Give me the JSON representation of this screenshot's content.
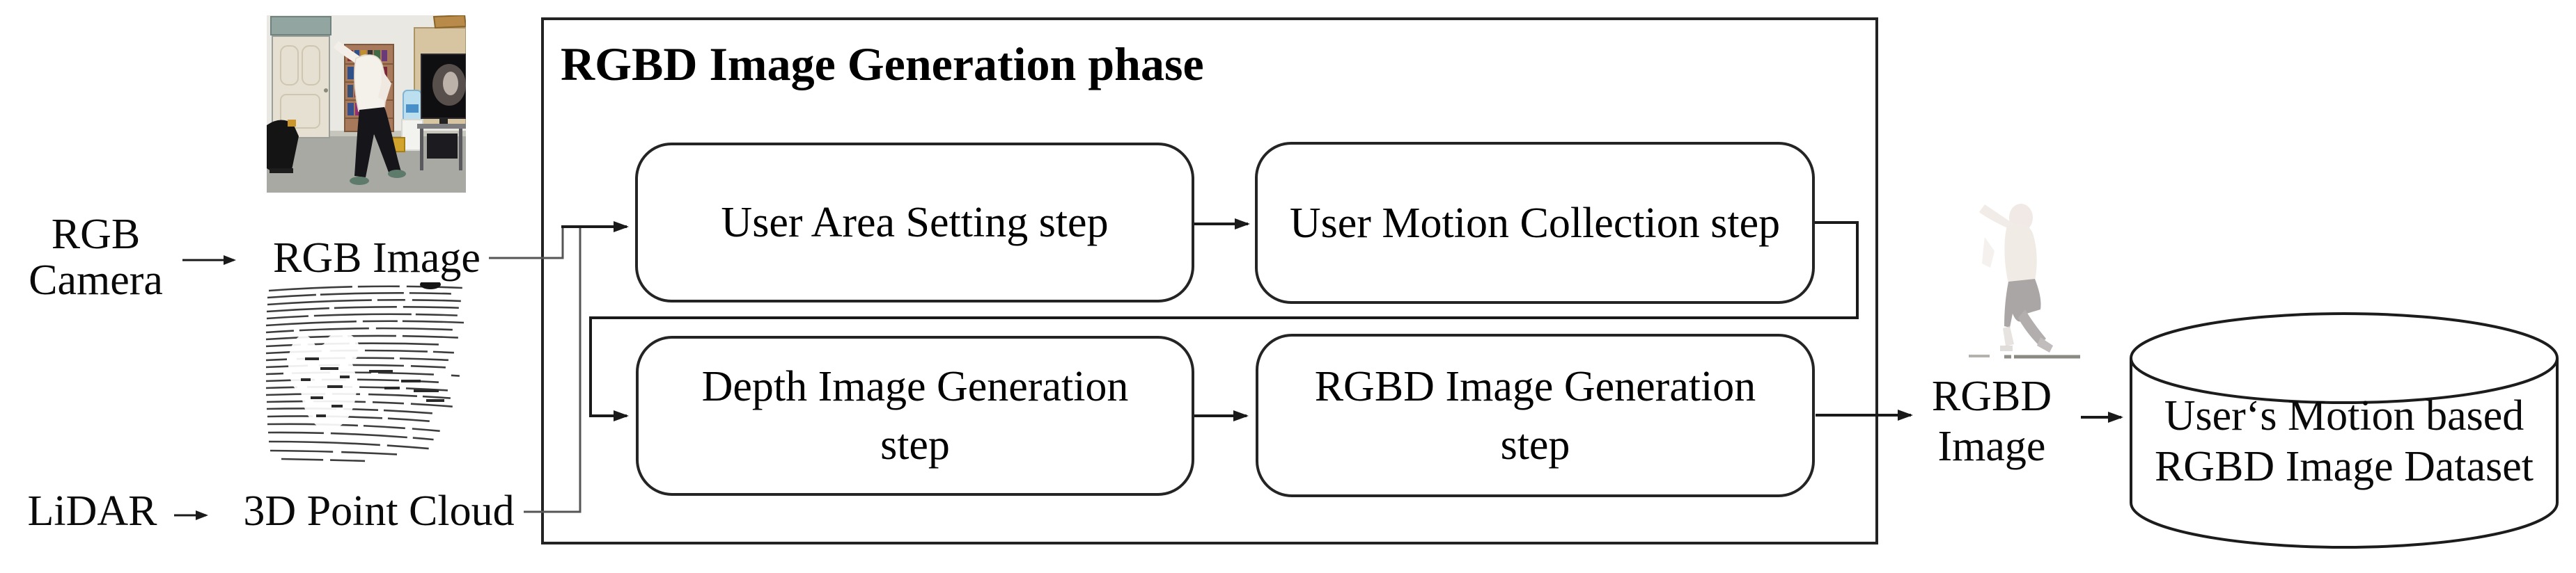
{
  "left_panel": {
    "rgb_camera_line1": "RGB",
    "rgb_camera_line2": "Camera",
    "rgb_image_label": "RGB Image",
    "lidar_label": "LiDAR",
    "point_cloud_label": "3D Point Cloud"
  },
  "phase": {
    "title": "RGBD Image Generation phase",
    "steps": [
      {
        "label": "User Area Setting step"
      },
      {
        "label": "User Motion Collection step"
      },
      {
        "line1": "Depth Image Generation",
        "line2": "step"
      },
      {
        "line1": "RGBD Image Generation",
        "line2": "step"
      }
    ]
  },
  "output_panel": {
    "rgbd_image_line1": "RGBD",
    "rgbd_image_line2": "Image",
    "dataset_line1": "User‘s Motion based",
    "dataset_line2": "RGBD Image Dataset"
  },
  "colors": {
    "line": "#1a1a1a",
    "input_line": "#555555",
    "box_border": "#242424",
    "text": "#000000",
    "background": "#ffffff"
  },
  "icons": {
    "rgb_photo": "rgb-sample-photo",
    "point_cloud": "lidar-point-cloud-sample",
    "rgbd_figure": "rgbd-depth-sample",
    "dataset_cylinder": "database-cylinder"
  }
}
